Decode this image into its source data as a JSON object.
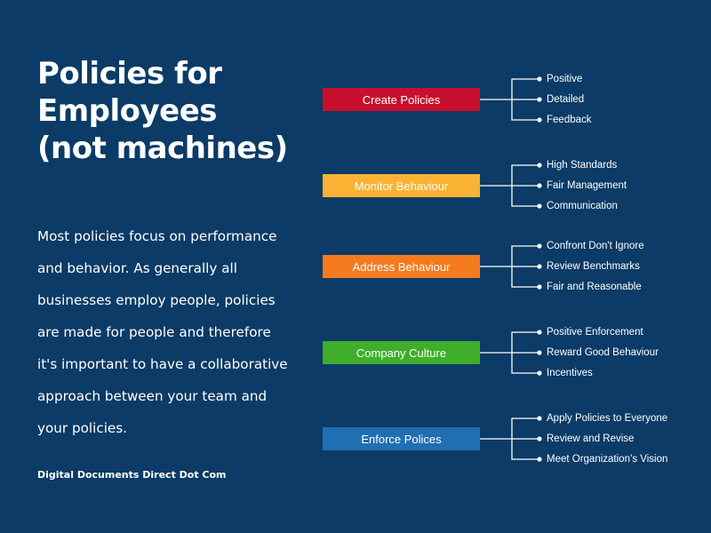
{
  "title_lines": [
    "Policies for",
    "Employees",
    "(not machines)"
  ],
  "body_lines": [
    "Most policies focus on performance",
    "and behavior. As generally all",
    "businesses employ people, policies",
    "are made for people and therefore",
    "it's important to have a collaborative",
    "approach between your team and",
    "your policies."
  ],
  "credit": "Digital Documents Direct Dot Com",
  "colors": {
    "background": "#0b3b66",
    "create": "#c8102e",
    "monitor": "#f9b233",
    "address": "#f47a20",
    "culture": "#3fae2a",
    "enforce": "#1f6fb2",
    "lines": "#ffffff"
  },
  "groups": [
    {
      "label": "Create Policies",
      "color": "#c8102e",
      "items": [
        "Positive",
        "Detailed",
        "Feedback"
      ]
    },
    {
      "label": "Monitor Behaviour",
      "color": "#f9b233",
      "items": [
        "High Standards",
        "Fair Management",
        "Communication"
      ]
    },
    {
      "label": "Address Behaviour",
      "color": "#f47a20",
      "items": [
        "Confront Don't Ignore",
        "Review Benchmarks",
        "Fair and Reasonable"
      ]
    },
    {
      "label": "Company Culture",
      "color": "#3fae2a",
      "items": [
        "Positive Enforcement",
        "Reward Good Behaviour",
        "Incentives"
      ]
    },
    {
      "label": "Enforce Polices",
      "color": "#1f6fb2",
      "items": [
        "Apply Policies to Everyone",
        "Review and Revise",
        "Meet Organization’s Vision"
      ]
    }
  ]
}
